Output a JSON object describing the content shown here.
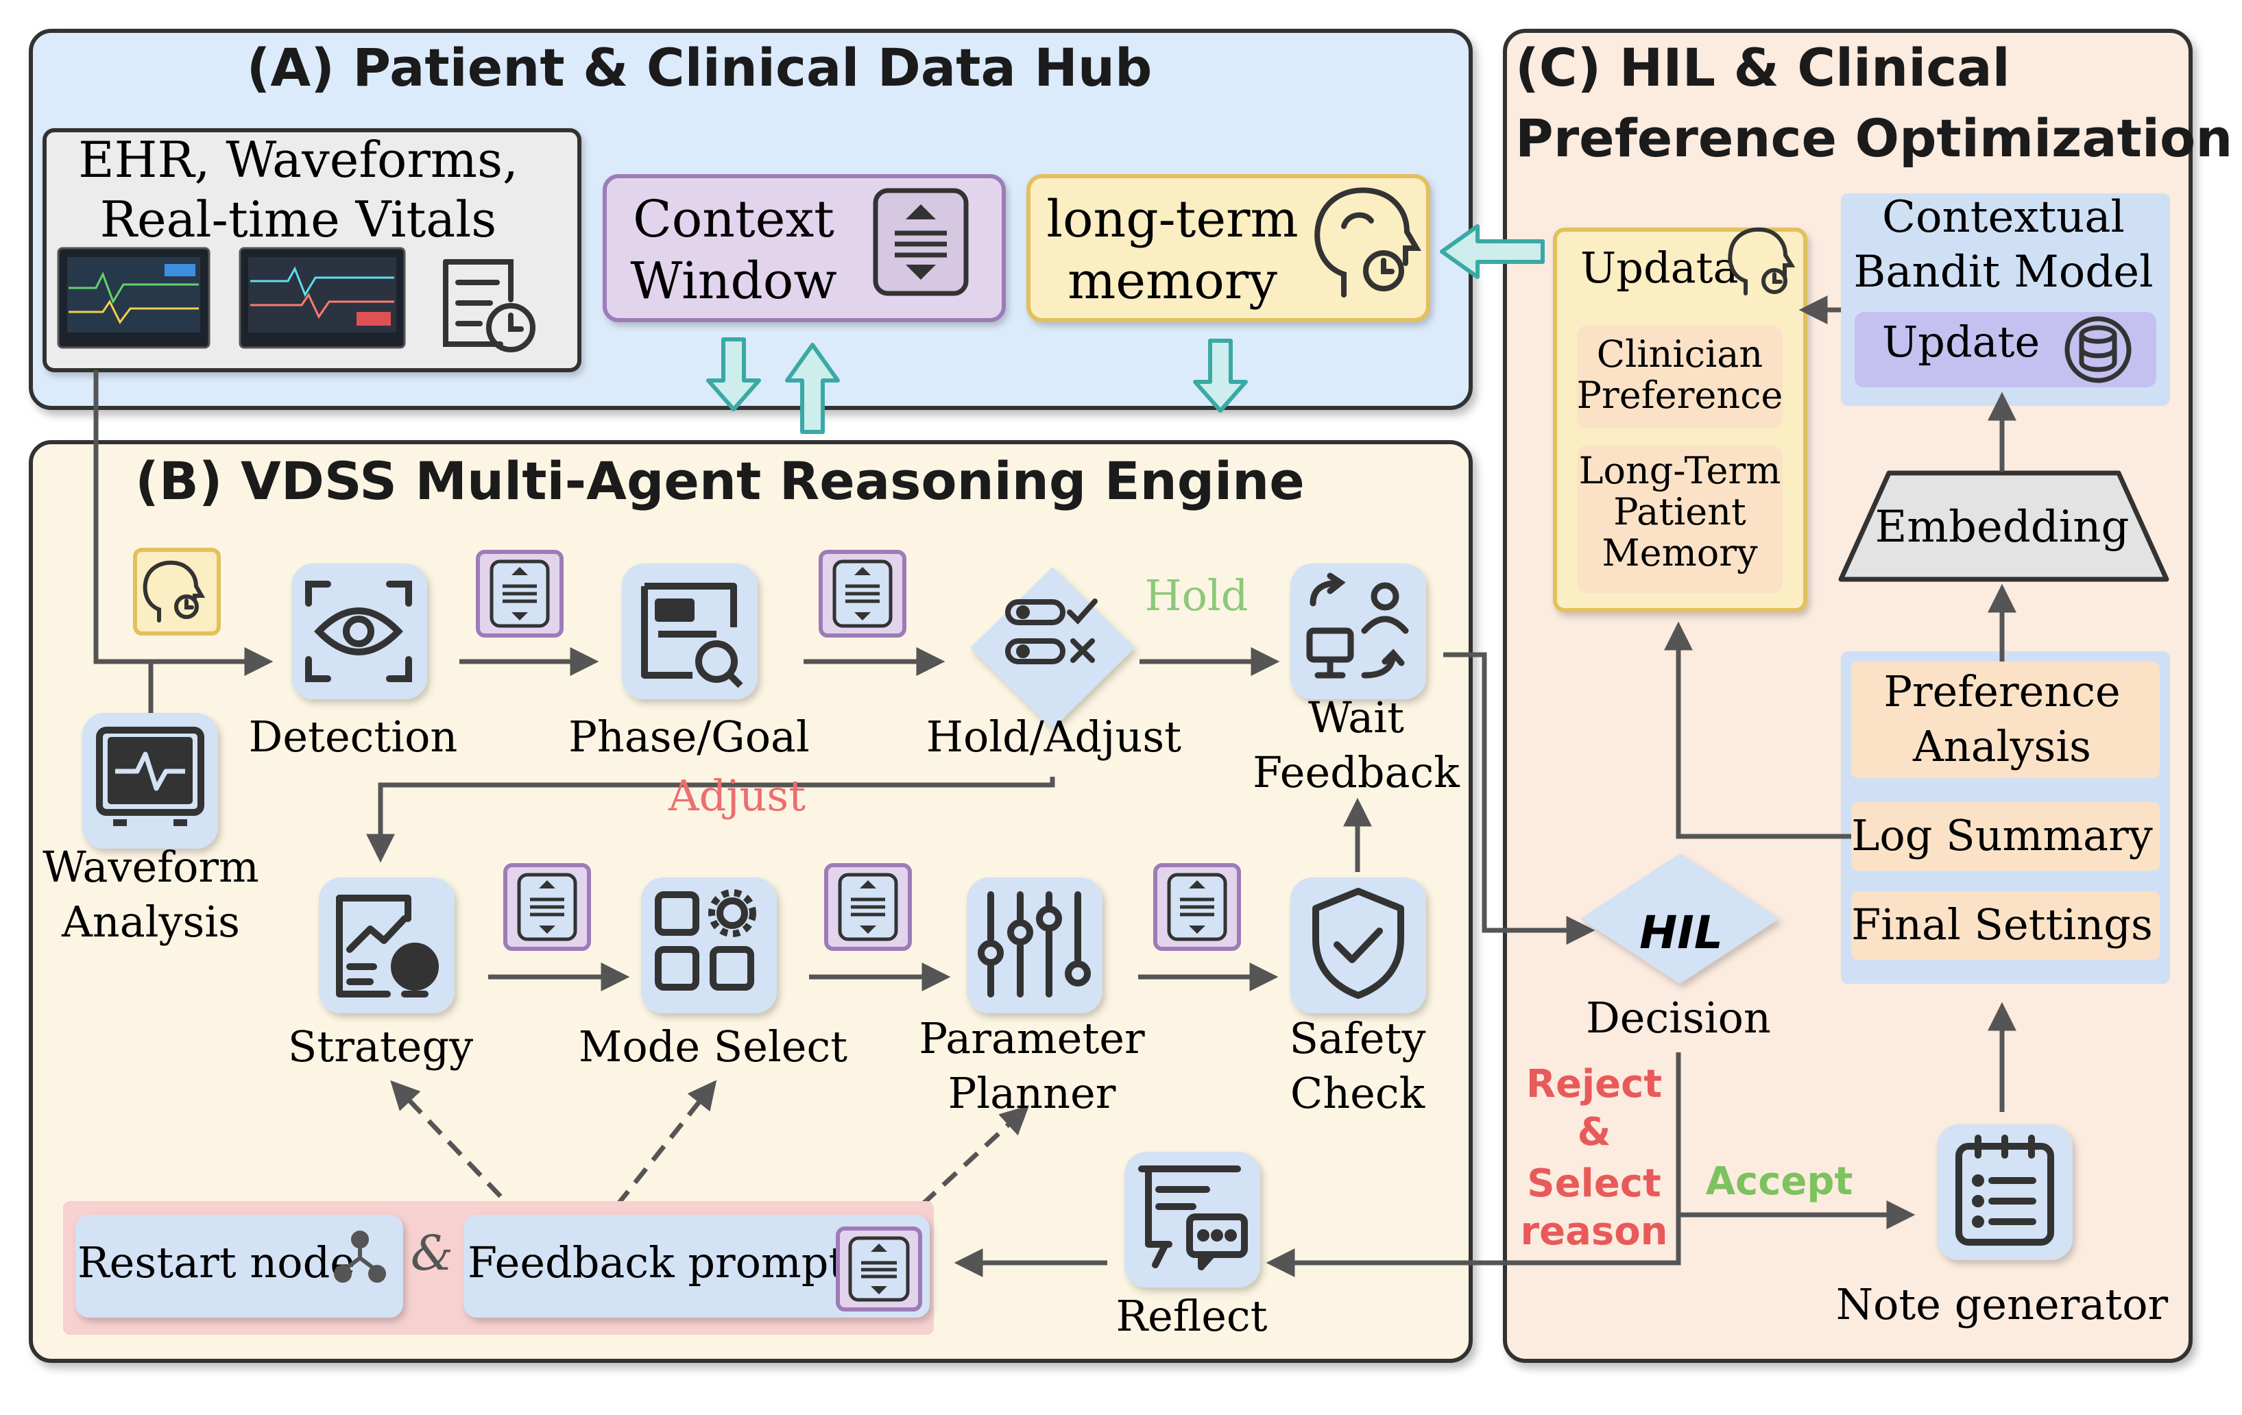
{
  "panels": {
    "a": {
      "title": "(A) Patient & Clinical Data Hub"
    },
    "b": {
      "title": "(B) VDSS Multi-Agent Reasoning Engine"
    },
    "c": {
      "title_line1": "(C) HIL & Clinical",
      "title_line2": "Preference Optimization"
    }
  },
  "hub": {
    "ehr_line1": "EHR, Waveforms,",
    "ehr_line2": "Real-time Vitals",
    "context_line1": "Context",
    "context_line2": "Window",
    "memory_line1": "long-term",
    "memory_line2": "memory"
  },
  "engine": {
    "detection": "Detection",
    "phase_goal": "Phase/Goal",
    "hold_adjust": "Hold/Adjust",
    "hold_label": "Hold",
    "adjust_label": "Adjust",
    "wait_line1": "Wait",
    "wait_line2": "Feedback",
    "waveform_line1": "Waveform",
    "waveform_line2": "Analysis",
    "strategy": "Strategy",
    "mode_select": "Mode Select",
    "param_line1": "Parameter",
    "param_line2": "Planner",
    "safety_line1": "Safety",
    "safety_line2": "Check",
    "reflect": "Reflect",
    "restart_node": "Restart node",
    "amp": "&",
    "feedback_prompt": "Feedback prompt"
  },
  "hil": {
    "hil_label": "HIL",
    "decision": "Decision",
    "reject_line1": "Reject",
    "reject_line2": "&",
    "reject_line3": "Select",
    "reject_line4": "reason",
    "accept": "Accept",
    "note_generator": "Note generator",
    "updata": "Updata",
    "clinician_line1": "Clinician",
    "clinician_line2": "Preference",
    "ltpm_line1": "Long-Term",
    "ltpm_line2": "Patient",
    "ltpm_line3": "Memory",
    "bandit_line1": "Contextual",
    "bandit_line2": "Bandit Model",
    "update": "Update",
    "embedding": "Embedding",
    "pref_line1": "Preference",
    "pref_line2": "Analysis",
    "log_summary": "Log Summary",
    "final_settings": "Final Settings"
  },
  "colors": {
    "hub_bg": "#dcebfb",
    "engine_bg": "#fdf5e3",
    "hil_bg": "#fcebdf",
    "teal": "#3aa9a5",
    "context_border": "#9d7bb8",
    "memory_border": "#e2c05c",
    "hold_green": "#8cc97a",
    "adjust_red": "#ea6f6f",
    "reject_red": "#e85a5a",
    "accept_green": "#7cc25f",
    "icon_tile": "#d3e2f4"
  }
}
